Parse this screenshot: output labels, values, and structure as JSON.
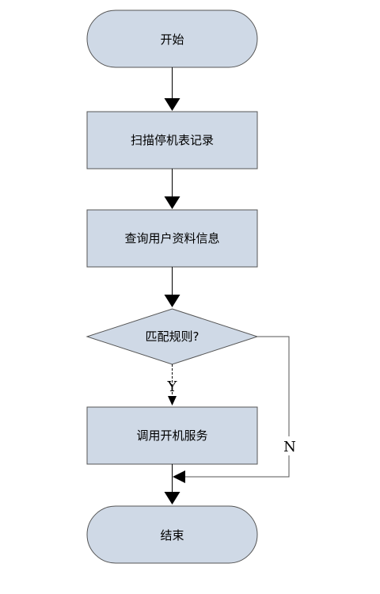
{
  "nodes": {
    "start": {
      "label": "开始",
      "shape": "terminator"
    },
    "scan": {
      "label": "扫描停机表记录",
      "shape": "process"
    },
    "query": {
      "label": "查询用户资料信息",
      "shape": "process"
    },
    "decision": {
      "label": "匹配规则?",
      "shape": "decision"
    },
    "invoke": {
      "label": "调用开机服务",
      "shape": "process"
    },
    "end": {
      "label": "结束",
      "shape": "terminator"
    }
  },
  "edges": {
    "yes_label": "Y",
    "no_label": "N"
  },
  "colors": {
    "node_fill": "#cfd9e6",
    "node_stroke": "#555555",
    "line": "#000000"
  }
}
